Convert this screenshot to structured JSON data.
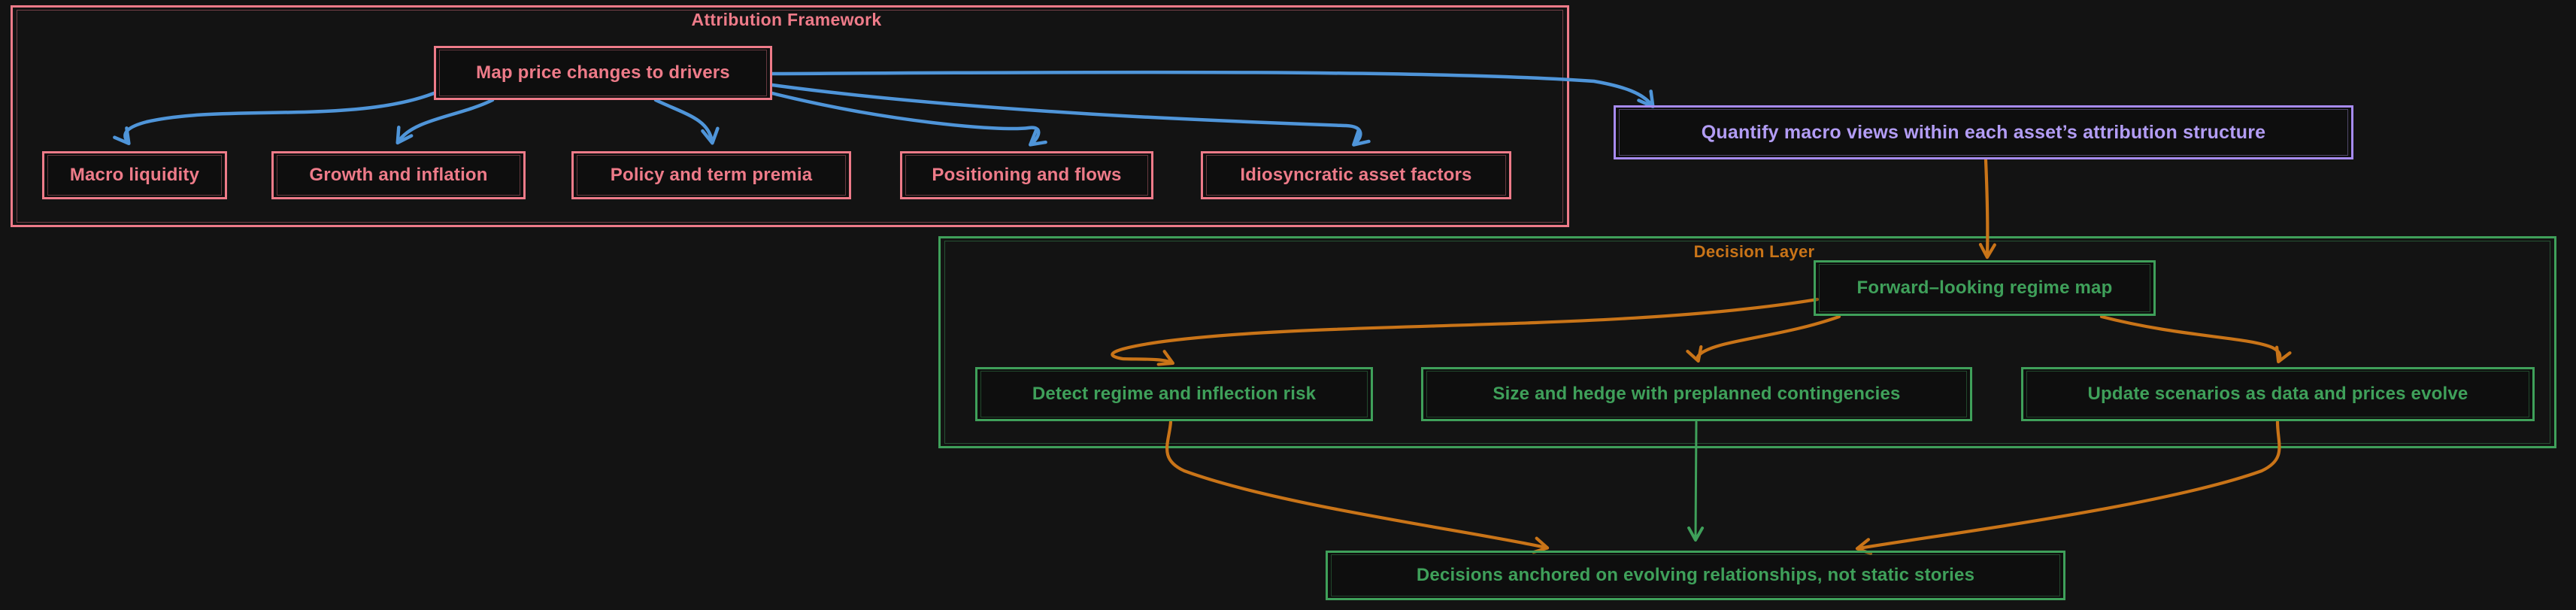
{
  "colors": {
    "background": "#131313",
    "pink": "#ee7b89",
    "blue": "#4f95d9",
    "purple_border": "#a78bf2",
    "purple_text": "#b39df5",
    "orange": "#c97418",
    "green": "#3fa05a"
  },
  "attribution": {
    "title": "Attribution Framework",
    "root": {
      "label": "Map price changes to drivers"
    },
    "children": [
      {
        "label": "Macro liquidity"
      },
      {
        "label": "Growth and inflation"
      },
      {
        "label": "Policy and term premia"
      },
      {
        "label": "Positioning and flows"
      },
      {
        "label": "Idiosyncratic asset factors"
      }
    ]
  },
  "quantify": {
    "label": "Quantify macro views within each asset’s attribution structure"
  },
  "decision": {
    "title": "Decision Layer",
    "regime": {
      "label": "Forward–looking regime map"
    },
    "children": [
      {
        "label": "Detect regime and inflection risk"
      },
      {
        "label": "Size and hedge with preplanned contingencies"
      },
      {
        "label": "Update scenarios as data and prices evolve"
      }
    ],
    "outcome": {
      "label": "Decisions anchored on evolving relationships, not static stories"
    }
  }
}
